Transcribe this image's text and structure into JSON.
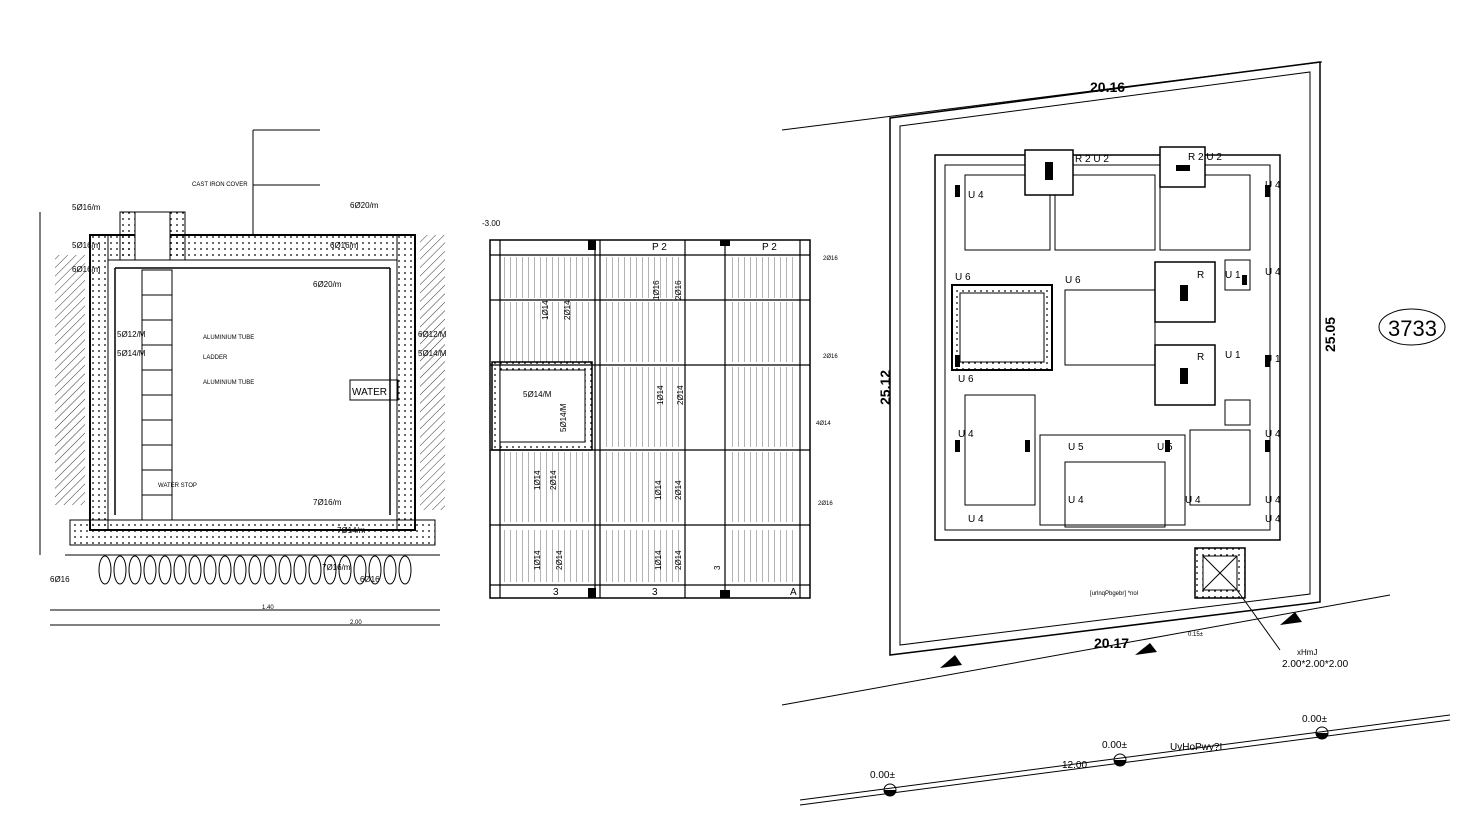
{
  "section_drawing": {
    "rebar_labels": {
      "top_left": "5Ø16/m",
      "top_right": "6Ø20/m",
      "roof_top": "6Ø16/m",
      "roof_bottom": "6Ø20/m",
      "wall_left_a": "5Ø12/M",
      "wall_left_b": "5Ø14/M",
      "wall_right_a": "6Ø12/M",
      "wall_right_b": "5Ø14/M",
      "base_a": "7Ø16/m",
      "base_b": "7Ø14/m",
      "base_c": "7Ø16/m",
      "footing_left": "6Ø16",
      "footing_right": "6Ø16",
      "left_upper": "5Ø16/m",
      "left_lower": "6Ø16/m"
    },
    "callouts": {
      "cover": "CAST IRON COVER",
      "tube1": "ALUMINIUM TUBE",
      "ladder": "LADDER",
      "tube2": "ALUMINIUM TUBE",
      "waterstop": "WATER STOP",
      "water": "WATER"
    },
    "dimensions": {
      "level": "-3.00",
      "bottom_total": "1.40",
      "bottom_overall": "2.00"
    }
  },
  "foundation_plan": {
    "level": "-3.00",
    "labels": [
      "P 2",
      "P 2",
      "1Ø14",
      "2Ø14",
      "1Ø16",
      "2Ø16",
      "5Ø14/M",
      "5Ø14/M",
      "1Ø14",
      "2Ø14",
      "1Ø14",
      "2Ø14",
      "1Ø14",
      "2Ø14",
      "1Ø14",
      "2Ø14",
      "1Ø14",
      "2Ø14",
      "3",
      "3",
      "3",
      "A"
    ],
    "side_notes": [
      "2Ø16",
      "2Ø16",
      "4Ø14",
      "2Ø16"
    ]
  },
  "site_plan": {
    "dim_top": "20.16",
    "dim_bottom": "20.17",
    "dim_left": "25.12",
    "dim_right": "25.05",
    "plot_number": "3733",
    "tank_size": "2.00*2.00*2.00",
    "tank_label": "xHmJ",
    "note": "[urlnqPbgebr] *nol",
    "small_dim": "0.15±",
    "street_name": "12.00",
    "levels": [
      "0.00±",
      "0.00±",
      "0.00±"
    ],
    "street_text": "UvHoPwy?I",
    "unit_labels": [
      "R 2 U 2",
      "R 2 U 2",
      "U 4",
      "U 4",
      "U 1",
      "U 4",
      "U 6",
      "U 1",
      "U 6",
      "R",
      "R",
      "U 1",
      "U 4",
      "U 4",
      "U 5",
      "U 5",
      "U 4",
      "U 4",
      "U 4",
      "U 4",
      "U 4",
      "U 6"
    ]
  }
}
